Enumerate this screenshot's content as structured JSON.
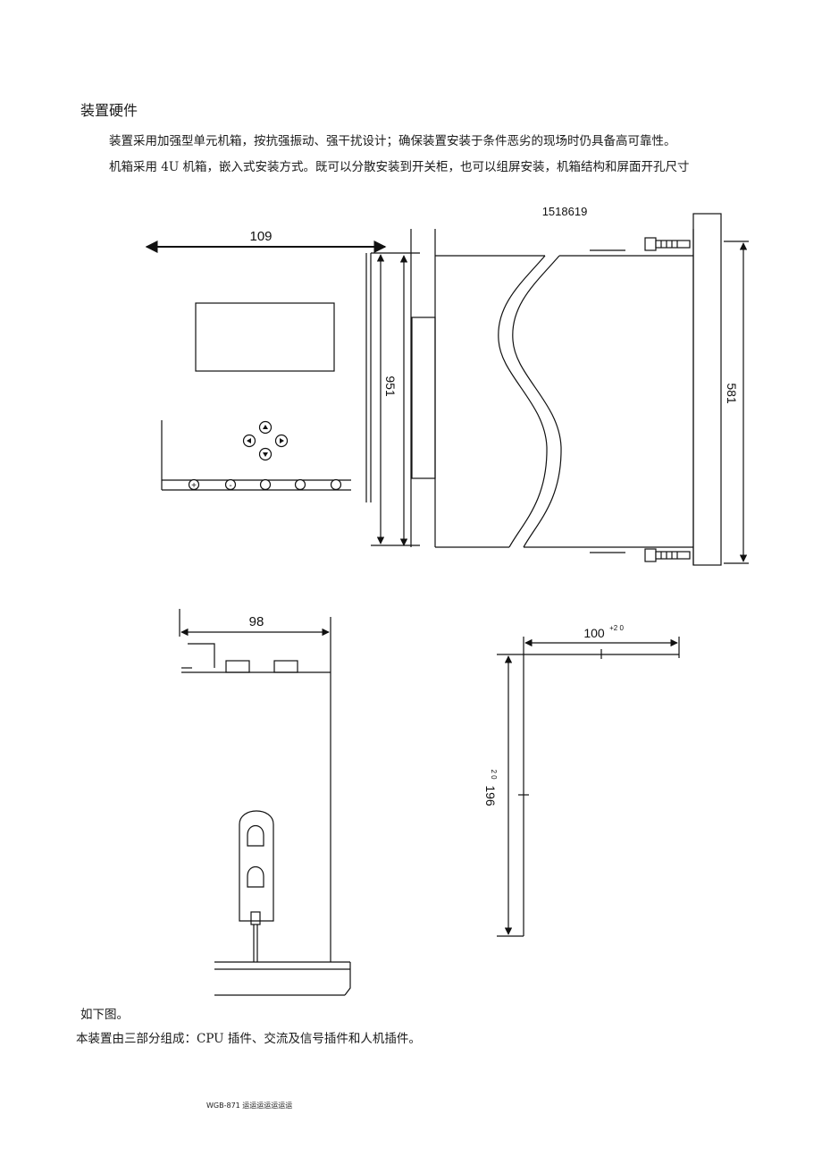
{
  "section_title": "装置硬件",
  "paragraphs": [
    "装置采用加强型单元机箱，按抗强振动、强干扰设计；确保装置安装于条件恶劣的现场时仍具备高可靠性。",
    "机箱采用 4U 机箱，嵌入式安装方式。既可以分散安装到开关柜，也可以组屏安装，机箱结构和屏面开孔尺寸",
    "如下图。",
    "本装置由三部分组成：CPU 插件、交流及信号插件和人机插件。"
  ],
  "drawing_labels": {
    "front_width": "109",
    "front_height": "951",
    "side_stamp": "1518619",
    "side_height": "581",
    "top_depth": "98",
    "cutout_width": "100",
    "cutout_width_tol": "+2 0",
    "cutout_height": "196",
    "cutout_height_tol": "2 0",
    "key_plus": "+",
    "key_minus": "-"
  },
  "footer": "WGB-871 运运运运运运运"
}
